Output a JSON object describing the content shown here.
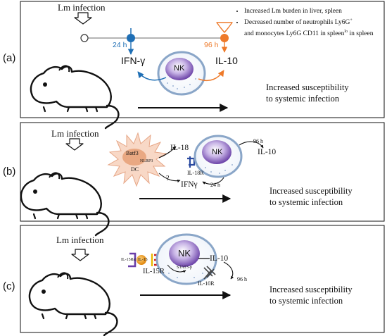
{
  "colors": {
    "blue": "#1f6fb5",
    "orange": "#ee7a2a",
    "nk_purple": "#6b3fa8",
    "cell_outline": "#8aa6c8",
    "dc_fill": "#f8d8c6",
    "dc_nucleus": "#e9a882",
    "il15_orange": "#f0a020"
  },
  "panels": {
    "a": {
      "letter": "(a)",
      "infection_label": "Lm infection",
      "time_24": "24 h",
      "time_96": "96 h",
      "ifn": "IFN-γ",
      "il10": "IL-10",
      "nk": "NK",
      "bullets": [
        "Increased Lm burden in liver, spleen",
        "Decreased number of neutrophils Ly6G",
        "and monocytes Ly6G CD11 in spleen"
      ],
      "sup_plus": "+",
      "sup_minus": "-",
      "sup_lo": "lo",
      "outcome_1": "Increased   susceptibility",
      "outcome_2": "to systemic infection"
    },
    "b": {
      "letter": "(b)",
      "infection_label": "Lm infection",
      "batf3": "Batf3",
      "nlrp3": "NLRP3",
      "dc": "DC",
      "il18": "IL-18",
      "il18r": "IL-18R",
      "nk": "NK",
      "time_96": "96 h",
      "il10": "IL-10",
      "question": "?",
      "ifn": "IFNγ",
      "time_24": "24 h",
      "outcome_1": "Increased   susceptibility",
      "outcome_2": "to systemic infection"
    },
    "c": {
      "letter": "(c)",
      "infection_label": "Lm infection",
      "il15ra": "IL-15Rα",
      "il15": "IL-15",
      "il15r": "IL-15R",
      "nk": "NK",
      "stat3": "STAT3-p",
      "il10": "IL-10",
      "il10r": "IL-10R",
      "time_96": "96 h",
      "outcome_1": "Increased   susceptibility",
      "outcome_2": "to systemic infection"
    }
  }
}
